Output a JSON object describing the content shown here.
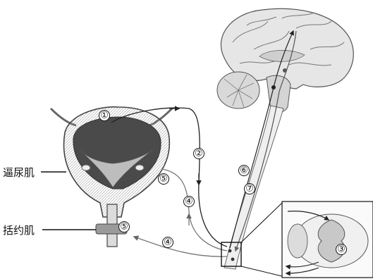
{
  "labels": {
    "detrusor": "逼尿肌",
    "sphincter": "括约肌"
  },
  "markers": {
    "m1": "①",
    "m2": "②",
    "m3": "③",
    "m4_up": "④",
    "m4_low": "④",
    "m5_wall": "⑤",
    "m5_sphincter": "⑤",
    "m6": "⑥",
    "m7": "⑦"
  }
}
